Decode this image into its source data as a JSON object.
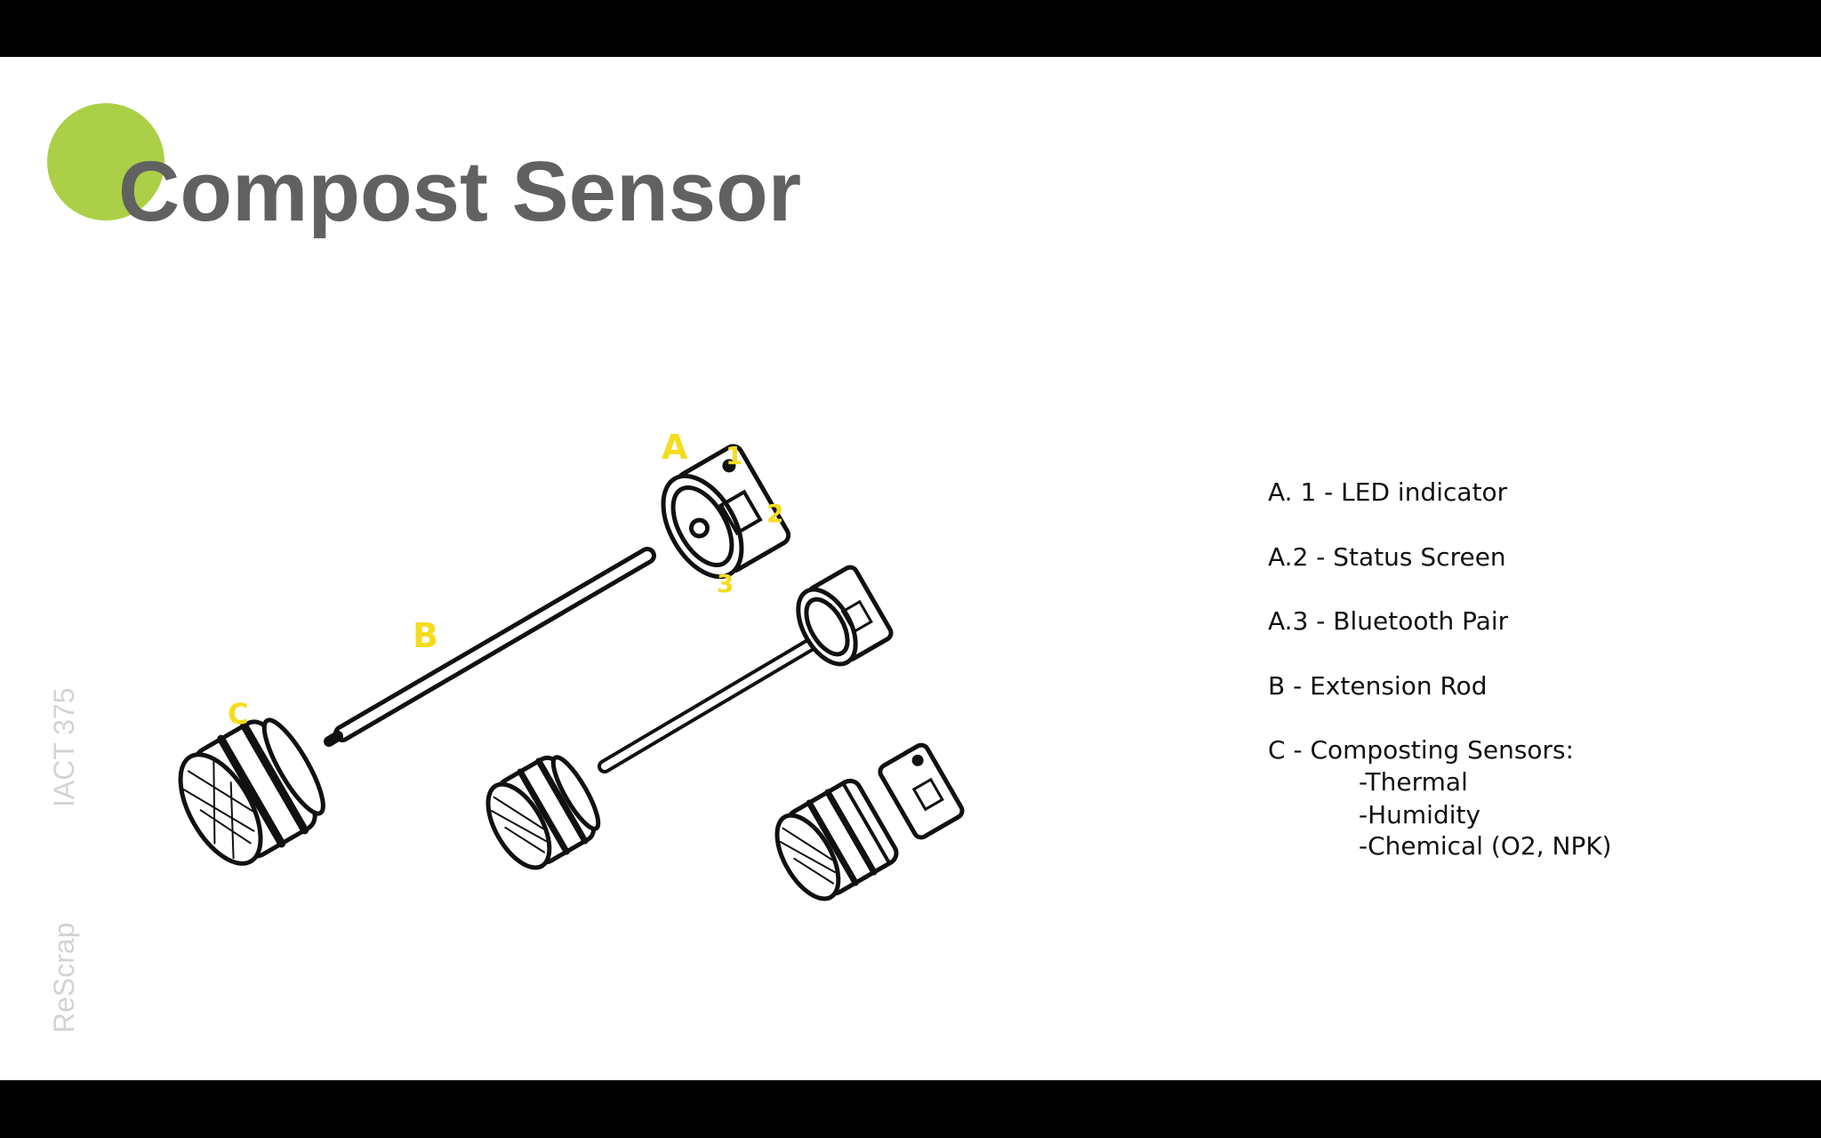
{
  "slide": {
    "title": "Compost Sensor",
    "side_labels": [
      "IACT 375",
      "ReScrap"
    ],
    "accent_color": "#abd047"
  },
  "legend": {
    "items": [
      "A. 1 - LED indicator",
      "A.2 - Status Screen",
      "A.3 - Bluetooth Pair",
      "B - Extension Rod",
      "C - Composting Sensors:"
    ],
    "sensors": [
      "-Thermal",
      "-Humidity",
      "-Chemical (O2, NPK)"
    ]
  },
  "illustration": {
    "labels": [
      "A",
      "1",
      "2",
      "3",
      "B",
      "C"
    ]
  }
}
